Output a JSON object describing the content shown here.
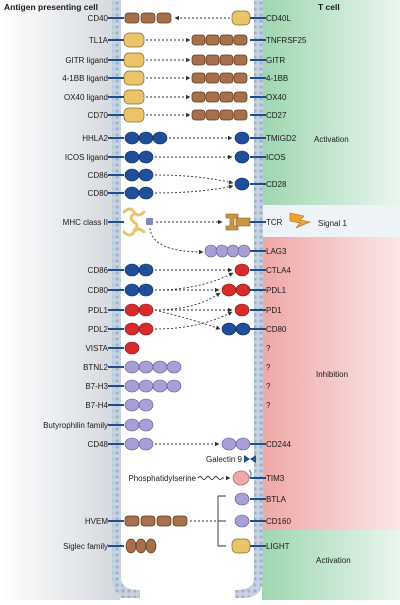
{
  "headers": {
    "left": "Antigen presenting cell",
    "right": "T cell"
  },
  "zones": {
    "activation_top": "Activation",
    "inhibition": "Inhibition",
    "activation_bottom": "Activation",
    "signal": "Signal 1"
  },
  "left_labels": [
    "CD40",
    "TL1A",
    "GITR ligand",
    "4-1BB ligand",
    "OX40 ligand",
    "CD70",
    "HHLA2",
    "ICOS ligand",
    "CD86",
    "CD80",
    "MHC class II",
    "CD86",
    "CD80",
    "PDL1",
    "PDL2",
    "VISTA",
    "BTNL2",
    "B7-H3",
    "B7-H4",
    "Butyrophilin family",
    "CD48",
    "HVEM",
    "Siglec family"
  ],
  "right_labels": [
    "CD40L",
    "TNFRSF25",
    "GITR",
    "4-1BB",
    "OX40",
    "CD27",
    "TMIGD2",
    "ICOS",
    "CD28",
    "TCR",
    "LAG3",
    "CTLA4",
    "PDL1",
    "PD1",
    "CD80",
    "?",
    "?",
    "?",
    "?",
    "CD244",
    "TIM3",
    "BTLA",
    "CD160",
    "LIGHT"
  ],
  "mid_labels": {
    "galectin": "Galectin 9",
    "phosphatidylserine": "Phosphatidylserine"
  },
  "colors": {
    "tnf": "#a8704a",
    "tnf_yellow": "#e9c46a",
    "blue": "#1f4e9a",
    "red": "#d92b2b",
    "lavender": "#a99fd6",
    "membrane": "#b8c6d6",
    "left_bg": "#d9dde2",
    "green": "#bfe3c8",
    "pink": "#f4c2c2"
  }
}
